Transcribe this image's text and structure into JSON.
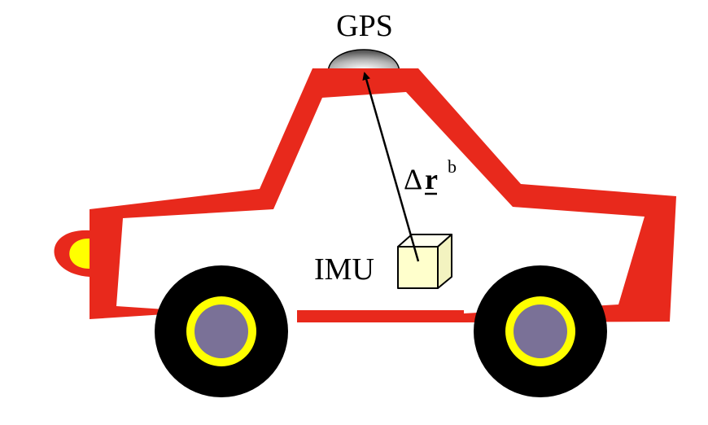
{
  "labels": {
    "gps": "GPS",
    "imu": "IMU",
    "lever_arm_delta": "Δ",
    "lever_arm_vector": "r",
    "lever_arm_superscript": "b"
  },
  "colors": {
    "car_body": "#e8291c",
    "wheel_tire": "#000000",
    "wheel_rim": "#ffff00",
    "wheel_hub": "#7a7197",
    "headlight": "#ffff00",
    "imu_box": "#ffffcc",
    "gps_antenna": "#9a9a9a",
    "arrow": "#000000"
  },
  "icons": {
    "gps": "gps-antenna-icon",
    "imu": "imu-box-icon",
    "vehicle": "car-icon",
    "wheel": "wheel-icon",
    "headlight": "headlight-icon",
    "arrow": "lever-arm-arrow-icon"
  }
}
